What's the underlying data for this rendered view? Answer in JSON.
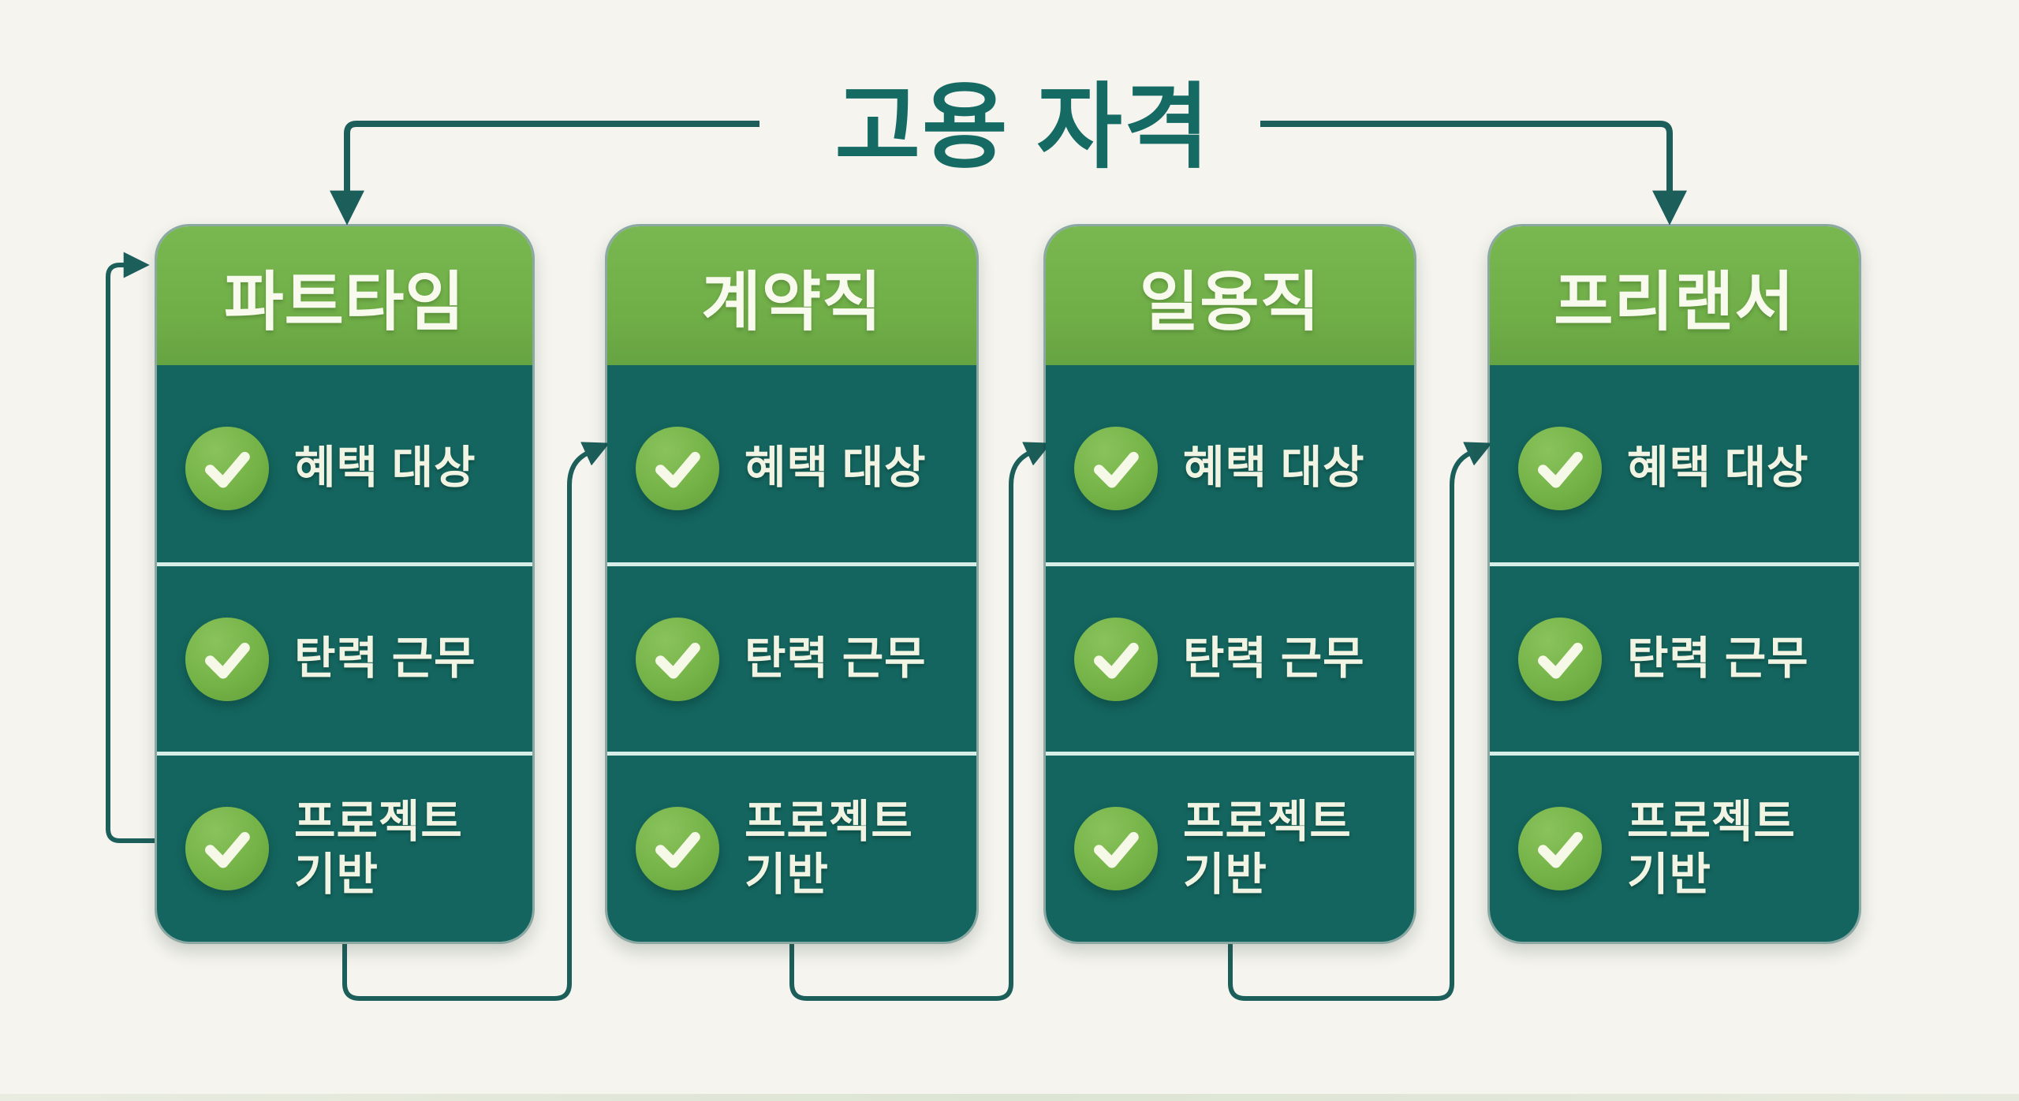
{
  "title": "고용 자격",
  "columns": [
    {
      "title": "파트타임",
      "items": [
        {
          "label": "혜택 대상"
        },
        {
          "label": "탄력 근무"
        },
        {
          "label": "프로젝트\n기반"
        }
      ]
    },
    {
      "title": "계약직",
      "items": [
        {
          "label": "혜택 대상"
        },
        {
          "label": "탄력 근무"
        },
        {
          "label": "프로젝트\n기반"
        }
      ]
    },
    {
      "title": "일용직",
      "items": [
        {
          "label": "혜택 대상"
        },
        {
          "label": "탄력 근무"
        },
        {
          "label": "프로젝트\n기반"
        }
      ]
    },
    {
      "title": "프리랜서",
      "items": [
        {
          "label": "혜택 대상"
        },
        {
          "label": "탄력 근무"
        },
        {
          "label": "프로젝트\n기반"
        }
      ]
    }
  ],
  "colors": {
    "background": "#f5f4ef",
    "header_green": "#6fad47",
    "body_teal": "#14655f",
    "check_green": "#74b347",
    "line_teal": "#1c5e5a",
    "title_teal": "#156a63",
    "divider": "#d7eee8",
    "text_cream": "#f1f4e2"
  }
}
